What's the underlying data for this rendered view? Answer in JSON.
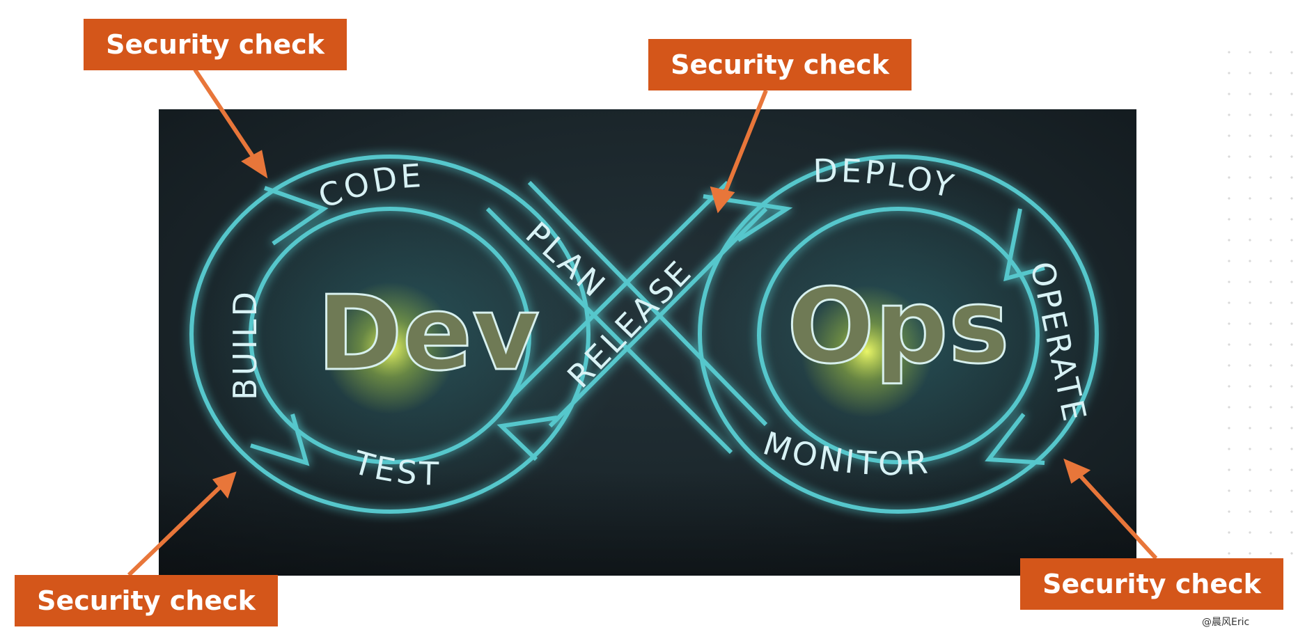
{
  "callouts": [
    {
      "id": "top-left",
      "label": "Security check"
    },
    {
      "id": "top-center",
      "label": "Security check"
    },
    {
      "id": "bottom-left",
      "label": "Security check"
    },
    {
      "id": "bottom-right",
      "label": "Security check"
    }
  ],
  "diagram": {
    "left_word": "Dev",
    "right_word": "Ops",
    "stages": {
      "code": "CODE",
      "build": "BUILD",
      "test": "TEST",
      "plan": "PLAN",
      "release": "RELEASE",
      "deploy": "DEPLOY",
      "operate": "OPERATE",
      "monitor": "MONITOR"
    }
  },
  "colors": {
    "callout_bg": "#d4561a",
    "arrow": "#e8763a",
    "loop_glow": "#56c7cc",
    "panel_bg": "#1b262b"
  },
  "watermark": "@晨风Eric"
}
